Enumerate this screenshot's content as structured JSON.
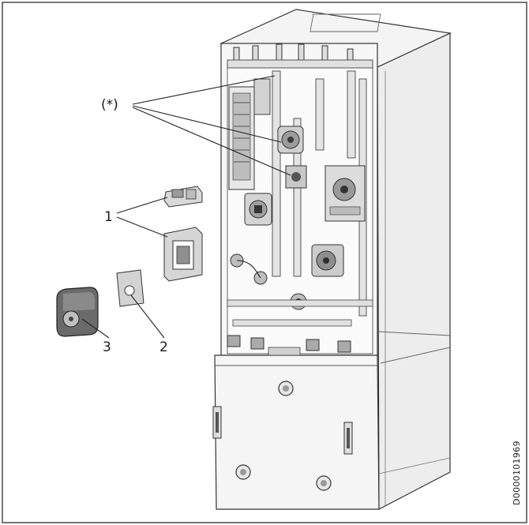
{
  "callouts": {
    "star": "(*)",
    "one": "1",
    "two": "2",
    "three": "3"
  },
  "reference_code": "D0000101969",
  "colors": {
    "frame": "#4a4a4a",
    "panel": "#f2f2f2",
    "component": "#cfcfcf",
    "dark": "#3a3a3a"
  }
}
